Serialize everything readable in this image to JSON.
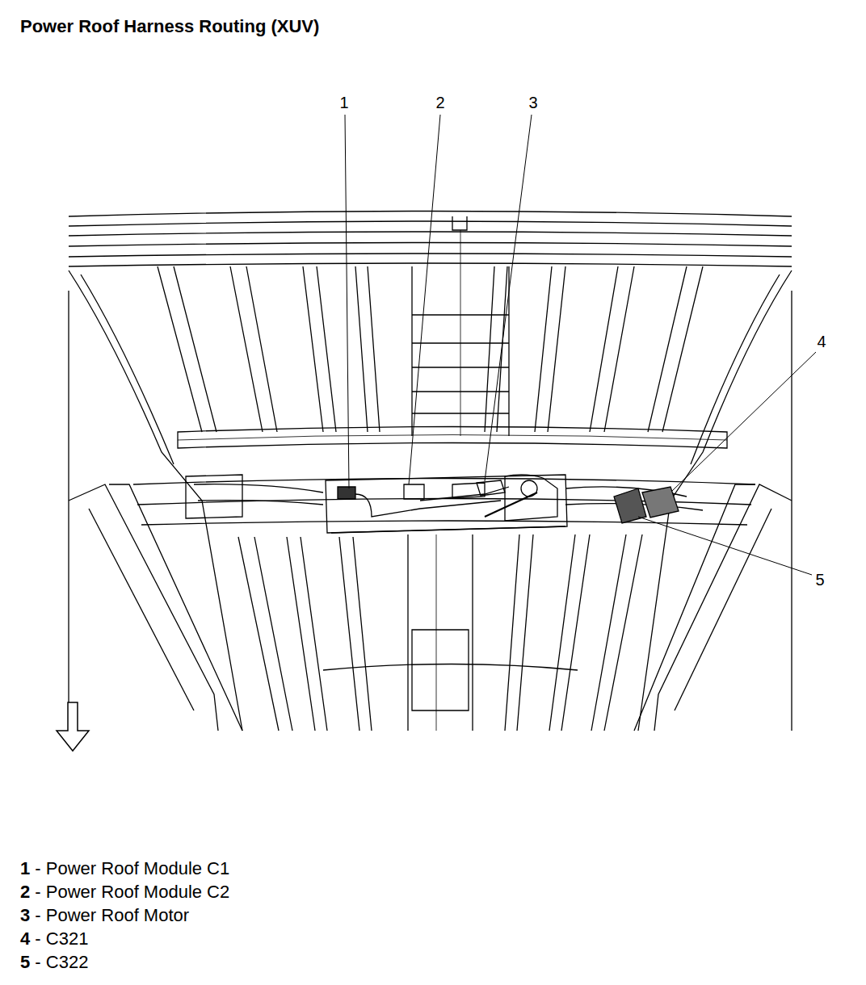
{
  "diagram": {
    "title": "Power Roof Harness Routing (XUV)",
    "labels": [
      "1",
      "2",
      "3",
      "4",
      "5",
      "1 - Power Roof Module C1",
      "2 - Power Roof Module C2",
      "3 - Power Roof Motor",
      "4 - C321",
      "5 - C322"
    ]
  }
}
